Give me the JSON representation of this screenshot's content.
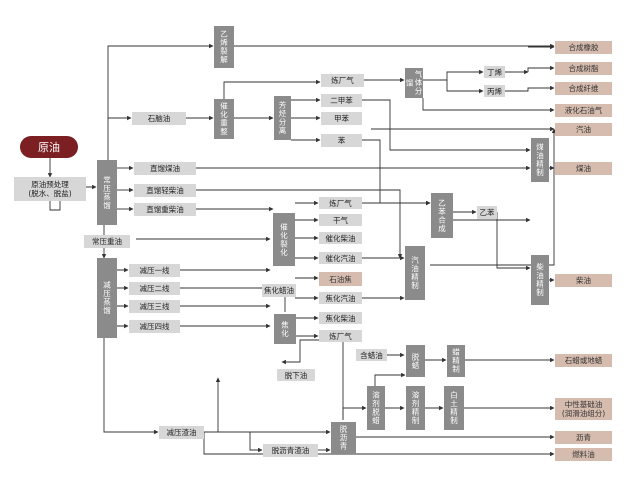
{
  "nodes": {
    "crude": "原油",
    "pretreat": "原油预处理\n(脱水、脱盐)",
    "atm_dist": "常压蒸馏",
    "atm_residue": "常压重油",
    "vac_dist": "减压蒸馏",
    "naphtha": "石脑油",
    "sr_kerosene": "直馏煤油",
    "sr_light_diesel": "直馏轻柴油",
    "sr_heavy_diesel": "直馏重柴油",
    "vac1": "减压一线",
    "vac2": "减压二线",
    "vac3": "减压三线",
    "vac4": "减压四线",
    "vac_residue": "减压渣油",
    "reforming": "催化重整",
    "aromatic_sep": "芳烃分离",
    "ethylene_cracking": "乙烯裂解",
    "refinery_gas_1": "炼厂气",
    "xylene": "二甲苯",
    "toluene": "甲苯",
    "benzene": "苯",
    "gas_sep": "气体分馏",
    "butene": "丁烯",
    "propylene": "丙烯",
    "kerosene_refining": "煤油精制",
    "cat_cracking": "催化裂化",
    "refinery_gas_2": "炼厂气",
    "dry_gas": "干气",
    "cat_diesel": "催化柴油",
    "cat_gasoline": "催化汽油",
    "petcoke": "石油焦",
    "coker_gasoline": "焦化汽油",
    "coker_diesel": "焦化柴油",
    "refinery_gas_3": "炼厂气",
    "ethylbenzene_syn": "乙苯合成",
    "ethylbenzene": "乙苯",
    "gasoline_refining": "汽油精制",
    "diesel_refining": "柴油精制",
    "coker_wax": "焦化蜡油",
    "coking": "焦化",
    "slack_wax": "含蜡油",
    "dewaxing": "脱蜡",
    "wax_refining": "蜡精制",
    "solvent_dewax": "溶剂脱蜡",
    "solvent_refining": "溶剂精制",
    "clay_refining": "白土精制",
    "deoil": "脱下油",
    "deasphalt": "脱沥青",
    "deasphalted_oil": "脱沥青渣油"
  },
  "products": {
    "synthetic_rubber": "合成橡胶",
    "synthetic_resin": "合成树脂",
    "synthetic_fiber": "合成纤维",
    "lpg": "液化石油气",
    "gasoline": "汽油",
    "kerosene": "煤油",
    "diesel": "柴油",
    "paraffin": "石蜡或地蜡",
    "base_oil": "中性基础油\n(润滑油组分)",
    "asphalt": "沥青",
    "fuel_oil": "燃料油"
  },
  "colors": {
    "crude": "#7b1f23",
    "unit": "#8b8b8b",
    "stream": "#d7d7d7",
    "product": "#d6bcae",
    "line": "#333333"
  }
}
